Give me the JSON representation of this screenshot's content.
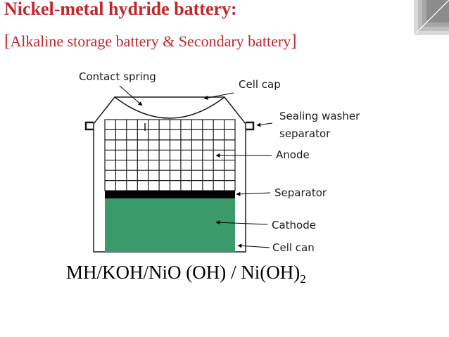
{
  "slide": {
    "title": "Nickel-metal hydride battery:",
    "subtitle_open": "[",
    "subtitle_text": "Alkaline storage battery & Secondary battery",
    "subtitle_close": "]"
  },
  "diagram": {
    "labels": {
      "contact_spring": "Contact spring",
      "cell_cap": "Cell cap",
      "sealing_washer": "Sealing washer",
      "separator_1": "separator",
      "anode": "Anode",
      "separator_2": "Separator",
      "cathode": "Cathode",
      "cell_can": "Cell can"
    },
    "colors": {
      "cathode": "#3a9a6a",
      "separator": "#000000",
      "frame": "#1a1a1a",
      "title": "#c0272d"
    },
    "formula": {
      "main": "MH/KOH/NiO (OH) / Ni(OH)",
      "subscript": "2"
    }
  }
}
